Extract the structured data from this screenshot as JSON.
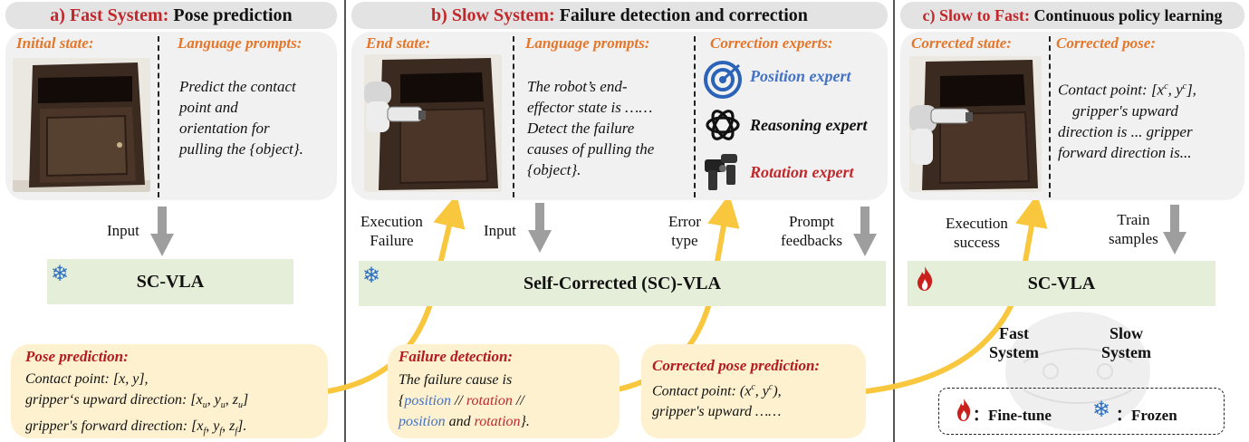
{
  "panel_a": {
    "header_tag": "a) Fast System:",
    "header_rest": " Pose prediction",
    "initial_state": "Initial state:",
    "language_prompts": "Language prompts:",
    "prompt_lines": [
      "Predict the contact",
      "point and",
      "orientation for",
      "pulling the {object}."
    ],
    "input": "Input",
    "vla": "SC-VLA",
    "pose_title": "Pose prediction:",
    "pose_lines": [
      "Contact point: [x, y],",
      "gripper‘s upward direction: [x",
      "gripper's forward direction: [x"
    ],
    "pose_line2_tail": "u, yu, zu]",
    "pose_line3_tail": "f, yf, zf]."
  },
  "panel_b": {
    "header_tag": "b) Slow System:",
    "header_rest": " Failure detection and correction",
    "end_state": "End state:",
    "language_prompts": "Language prompts:",
    "correction_experts": "Correction experts:",
    "prompt_lines": [
      "The robot’s end-",
      "effector state is ……",
      "Detect the failure",
      "causes of pulling the",
      "{object}."
    ],
    "experts": {
      "position": "Position expert",
      "reasoning": "Reasoning expert",
      "rotation": "Rotation expert"
    },
    "execution_failure": [
      "Execution",
      "Failure"
    ],
    "input": "Input",
    "error_type": [
      "Error",
      "type"
    ],
    "prompt_feedbacks": [
      "Prompt",
      "feedbacks"
    ],
    "vla": "Self-Corrected (SC)-VLA",
    "failure_title": "Failure detection:",
    "failure_line1": "The failure cause is",
    "failure_line2": {
      "open": "{",
      "position": "position",
      "sep1": " // ",
      "rotation": "rotation",
      "sep2": " //"
    },
    "failure_line3": {
      "position": "position",
      "and": " and ",
      "rotation": "rotation",
      "close": "}."
    },
    "corrected_title": "Corrected pose prediction:",
    "corrected_lines": [
      "Contact point: (x",
      "gripper's upward ……"
    ]
  },
  "panel_c": {
    "header_tag": "c) Slow to Fast:",
    "header_rest": " Continuous policy learning",
    "corrected_state": "Corrected state:",
    "corrected_pose": "Corrected pose:",
    "pose_lines": [
      "Contact point: [x",
      "gripper's upward",
      "direction  is ... gripper",
      "forward direction is..."
    ],
    "execution_success": [
      "Execution",
      "success"
    ],
    "train_samples": [
      "Train",
      "samples"
    ],
    "vla": "SC-VLA",
    "fast_system": [
      "Fast",
      "System"
    ],
    "slow_system": [
      "Slow",
      "System"
    ],
    "finetune": "：Fine-tune",
    "frozen": "：Frozen"
  },
  "colors": {
    "red": "#c0282c",
    "orange": "#e5762a",
    "blue": "#4472c4",
    "green_bar": "#e5eed8",
    "yellow_box": "#fdf1cf",
    "arrow_yellow": "#f8c73e"
  }
}
